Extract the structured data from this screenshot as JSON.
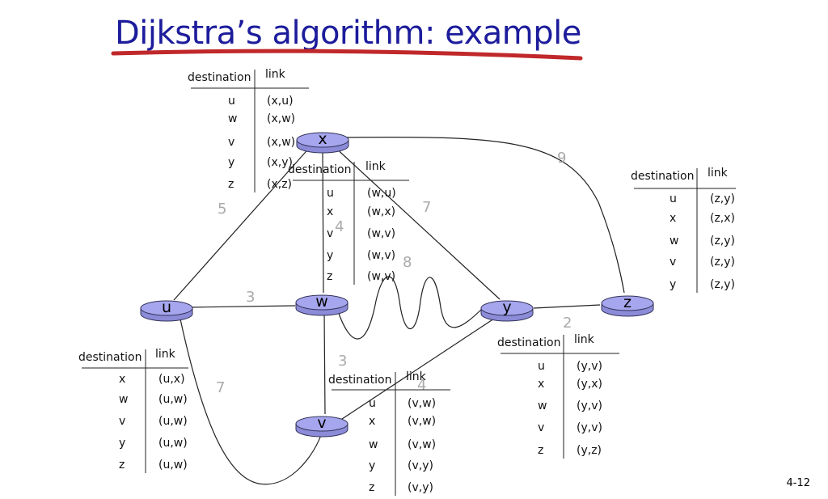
{
  "title": "Dijkstra’s algorithm: example",
  "slide_number": "4-12",
  "colors": {
    "title": "#1c1c9c",
    "underline": "#c0282a",
    "router_fill": "#a6a6ee",
    "router_stroke": "#33335a"
  },
  "nodes": [
    {
      "id": "x",
      "label": "x"
    },
    {
      "id": "u",
      "label": "u"
    },
    {
      "id": "w",
      "label": "w"
    },
    {
      "id": "y",
      "label": "y"
    },
    {
      "id": "z",
      "label": "z"
    },
    {
      "id": "v",
      "label": "v"
    }
  ],
  "edges": [
    {
      "from": "u",
      "to": "x",
      "weight": "5"
    },
    {
      "from": "u",
      "to": "w",
      "weight": "3"
    },
    {
      "from": "u",
      "to": "v",
      "weight": "7"
    },
    {
      "from": "x",
      "to": "w",
      "weight": "4"
    },
    {
      "from": "x",
      "to": "y",
      "weight": "7"
    },
    {
      "from": "x",
      "to": "z",
      "weight": "9"
    },
    {
      "from": "w",
      "to": "y",
      "weight": "8"
    },
    {
      "from": "w",
      "to": "v",
      "weight": "3"
    },
    {
      "from": "v",
      "to": "y",
      "weight": "4"
    },
    {
      "from": "y",
      "to": "z",
      "weight": "2"
    }
  ],
  "tables": [
    {
      "id": "x",
      "header": [
        "destination",
        "link"
      ],
      "rows": [
        [
          "u",
          "(x,u)"
        ],
        [
          "w",
          "(x,w)"
        ],
        [
          "v",
          "(x,w)"
        ],
        [
          "y",
          "(x,y)"
        ],
        [
          "z",
          "(x,z)"
        ]
      ]
    },
    {
      "id": "w",
      "header": [
        "destination",
        "link"
      ],
      "rows": [
        [
          "u",
          "(w,u)"
        ],
        [
          "x",
          "(w,x)"
        ],
        [
          "v",
          "(w,v)"
        ],
        [
          "y",
          "(w,v)"
        ],
        [
          "z",
          "(w,v)"
        ]
      ]
    },
    {
      "id": "z",
      "header": [
        "destination",
        "link"
      ],
      "rows": [
        [
          "u",
          "(z,y)"
        ],
        [
          "x",
          "(z,x)"
        ],
        [
          "w",
          "(z,y)"
        ],
        [
          "v",
          "(z,y)"
        ],
        [
          "y",
          "(z,y)"
        ]
      ]
    },
    {
      "id": "u",
      "header": [
        "destination",
        "link"
      ],
      "rows": [
        [
          "x",
          "(u,x)"
        ],
        [
          "w",
          "(u,w)"
        ],
        [
          "v",
          "(u,w)"
        ],
        [
          "y",
          "(u,w)"
        ],
        [
          "z",
          "(u,w)"
        ]
      ]
    },
    {
      "id": "v",
      "header": [
        "destination",
        "link"
      ],
      "rows": [
        [
          "u",
          "(v,w)"
        ],
        [
          "x",
          "(v,w)"
        ],
        [
          "w",
          "(v,w)"
        ],
        [
          "y",
          "(v,y)"
        ],
        [
          "z",
          "(v,y)"
        ]
      ]
    },
    {
      "id": "y",
      "header": [
        "destination",
        "link"
      ],
      "rows": [
        [
          "u",
          "(y,v)"
        ],
        [
          "x",
          "(y,x)"
        ],
        [
          "w",
          "(y,v)"
        ],
        [
          "v",
          "(y,v)"
        ],
        [
          "z",
          "(y,z)"
        ]
      ]
    }
  ]
}
